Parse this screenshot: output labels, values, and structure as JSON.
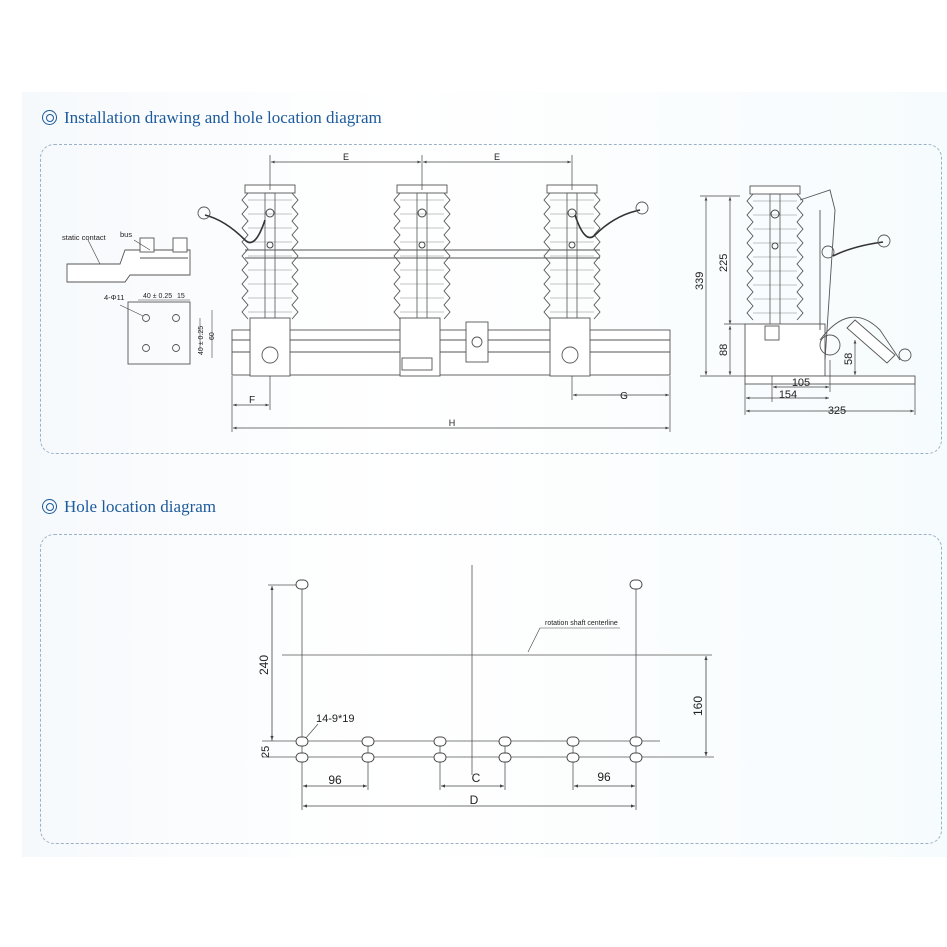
{
  "sections": {
    "installation_title": "Installation drawing and hole location diagram",
    "hole_title": "Hole location diagram"
  },
  "installation": {
    "labels": {
      "static_contact": "static contact",
      "bus": "bus",
      "holes": "4-Φ11",
      "dim_40_025": "40 ± 0.25",
      "dim_15": "15",
      "dim_40_025_v": "40 ± 0.25",
      "dim_60": "60",
      "E1": "E",
      "E2": "E",
      "F": "F",
      "G": "G",
      "H": "H"
    },
    "side_dims": {
      "d339": "339",
      "d225": "225",
      "d88": "88",
      "d58": "58",
      "d105": "105",
      "d154": "154",
      "d325": "325"
    }
  },
  "hole_diagram": {
    "labels": {
      "centerline": "rotation shaft centerline",
      "holes": "14-9*19",
      "d240": "240",
      "d25": "25",
      "d160": "160",
      "d96_left": "96",
      "d96_right": "96",
      "C": "C",
      "D": "D"
    }
  },
  "colors": {
    "title": "#1c5a9b",
    "line": "#555555",
    "panel_border": "#9bb1c7"
  }
}
